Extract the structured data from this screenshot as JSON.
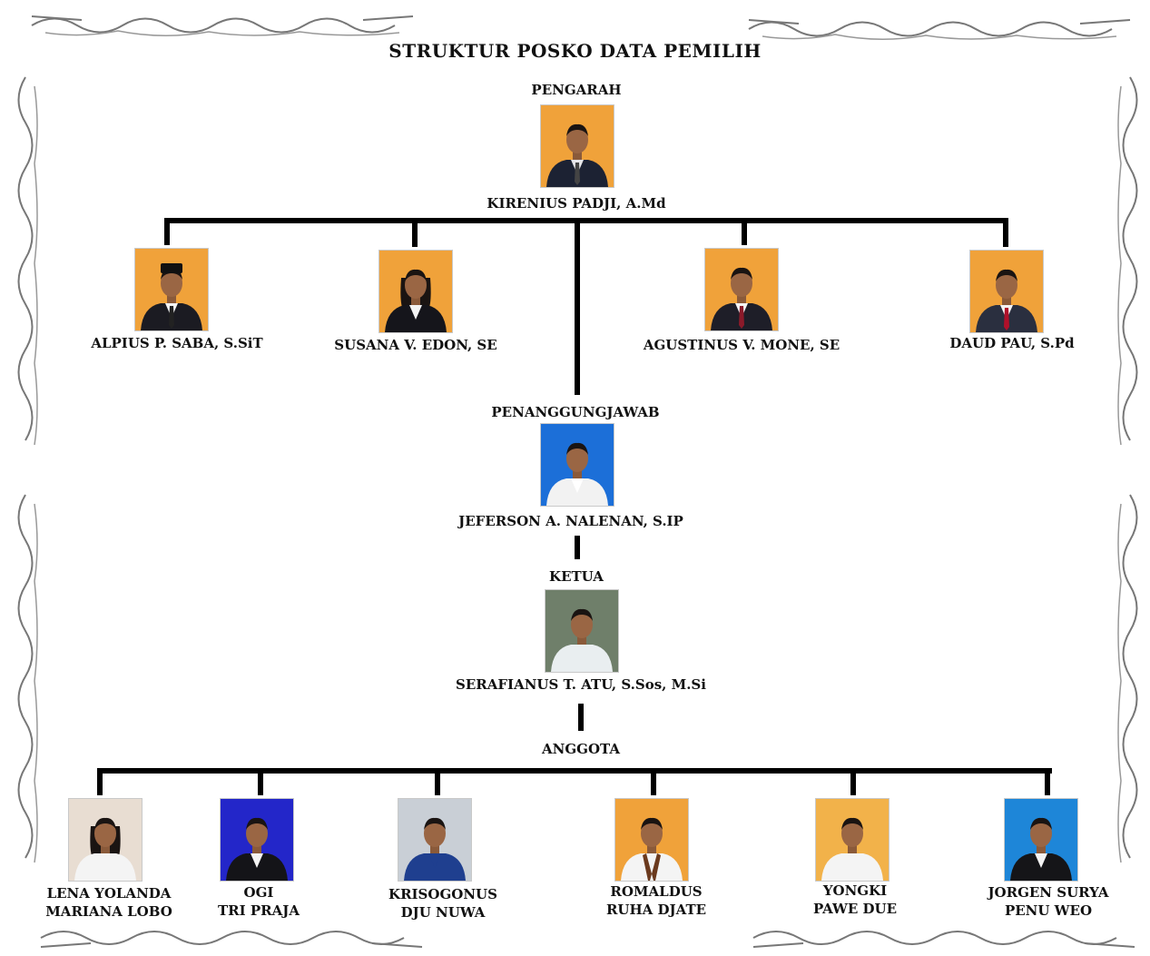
{
  "title": "STRUKTUR POSKO DATA PEMILIH",
  "pengarah": {
    "role": "PENGARAH",
    "name": "KIRENIUS PADJI, A.Md",
    "photo": {
      "bg": "#f0a23a",
      "suit": "#1c2233",
      "shirt": "#e6e6ea",
      "tie": "#444"
    }
  },
  "pengarah_members": [
    {
      "name": "ALPIUS P. SABA, S.SiT",
      "photo": {
        "bg": "#f0a23a",
        "suit": "#1b1b22",
        "shirt": "#f4f4f4",
        "tie": "#222",
        "hat": true
      }
    },
    {
      "name": "SUSANA V. EDON, SE",
      "photo": {
        "bg": "#f0a23a",
        "suit": "#15151b",
        "shirt": "#f4f4f4",
        "tie": "",
        "long_hair": true
      }
    },
    {
      "name": "AGUSTINUS V. MONE, SE",
      "photo": {
        "bg": "#f0a23a",
        "suit": "#1e1e28",
        "shirt": "#f4f4f4",
        "tie": "#8b1a2a"
      }
    },
    {
      "name": "DAUD PAU, S.Pd",
      "photo": {
        "bg": "#f0a23a",
        "suit": "#2a2f3f",
        "shirt": "#f4f4f4",
        "tie": "#b0102a"
      }
    }
  ],
  "penanggungjawab": {
    "role": "PENANGGUNGJAWAB",
    "name": "JEFERSON A. NALENAN, S.IP",
    "photo": {
      "bg": "#1c6fd8",
      "suit": "#f2f2f2",
      "shirt": "#ffffff",
      "tie": ""
    }
  },
  "ketua": {
    "role": "KETUA",
    "name": "SERAFIANUS T. ATU, S.Sos, M.Si",
    "photo": {
      "bg": "#6f7f6a",
      "suit": "#e9eef0",
      "shirt": "#e9eef0",
      "tie": ""
    }
  },
  "anggota": {
    "role": "ANGGOTA",
    "members": [
      {
        "line1": "LENA YOLANDA",
        "line2": "MARIANA LOBO",
        "photo": {
          "bg": "#e8ddd2",
          "suit": "#f4f4f4",
          "shirt": "#f4f4f4",
          "tie": "",
          "long_hair": true
        }
      },
      {
        "line1": "OGI",
        "line2": "TRI PRAJA",
        "photo": {
          "bg": "#2326c9",
          "suit": "#141418",
          "shirt": "#f4f4f4",
          "tie": ""
        }
      },
      {
        "line1": "KRISOGONUS",
        "line2": "DJU NUWA",
        "photo": {
          "bg": "#c9cfd6",
          "suit": "#1f3f8f",
          "shirt": "#1f3f8f",
          "tie": ""
        }
      },
      {
        "line1": "ROMALDUS",
        "line2": "RUHA DJATE",
        "photo": {
          "bg": "#f0a23a",
          "suit": "#f4f4f4",
          "shirt": "#f4f4f4",
          "tie": "",
          "scarf": true
        }
      },
      {
        "line1": "YONGKI",
        "line2": "PAWE DUE",
        "photo": {
          "bg": "#f2b24a",
          "suit": "#f4f4f4",
          "shirt": "#f4f4f4",
          "tie": ""
        }
      },
      {
        "line1": "JORGEN SURYA",
        "line2": "PENU WEO",
        "photo": {
          "bg": "#1e86d8",
          "suit": "#151518",
          "shirt": "#f4f4f4",
          "tie": ""
        }
      }
    ]
  }
}
